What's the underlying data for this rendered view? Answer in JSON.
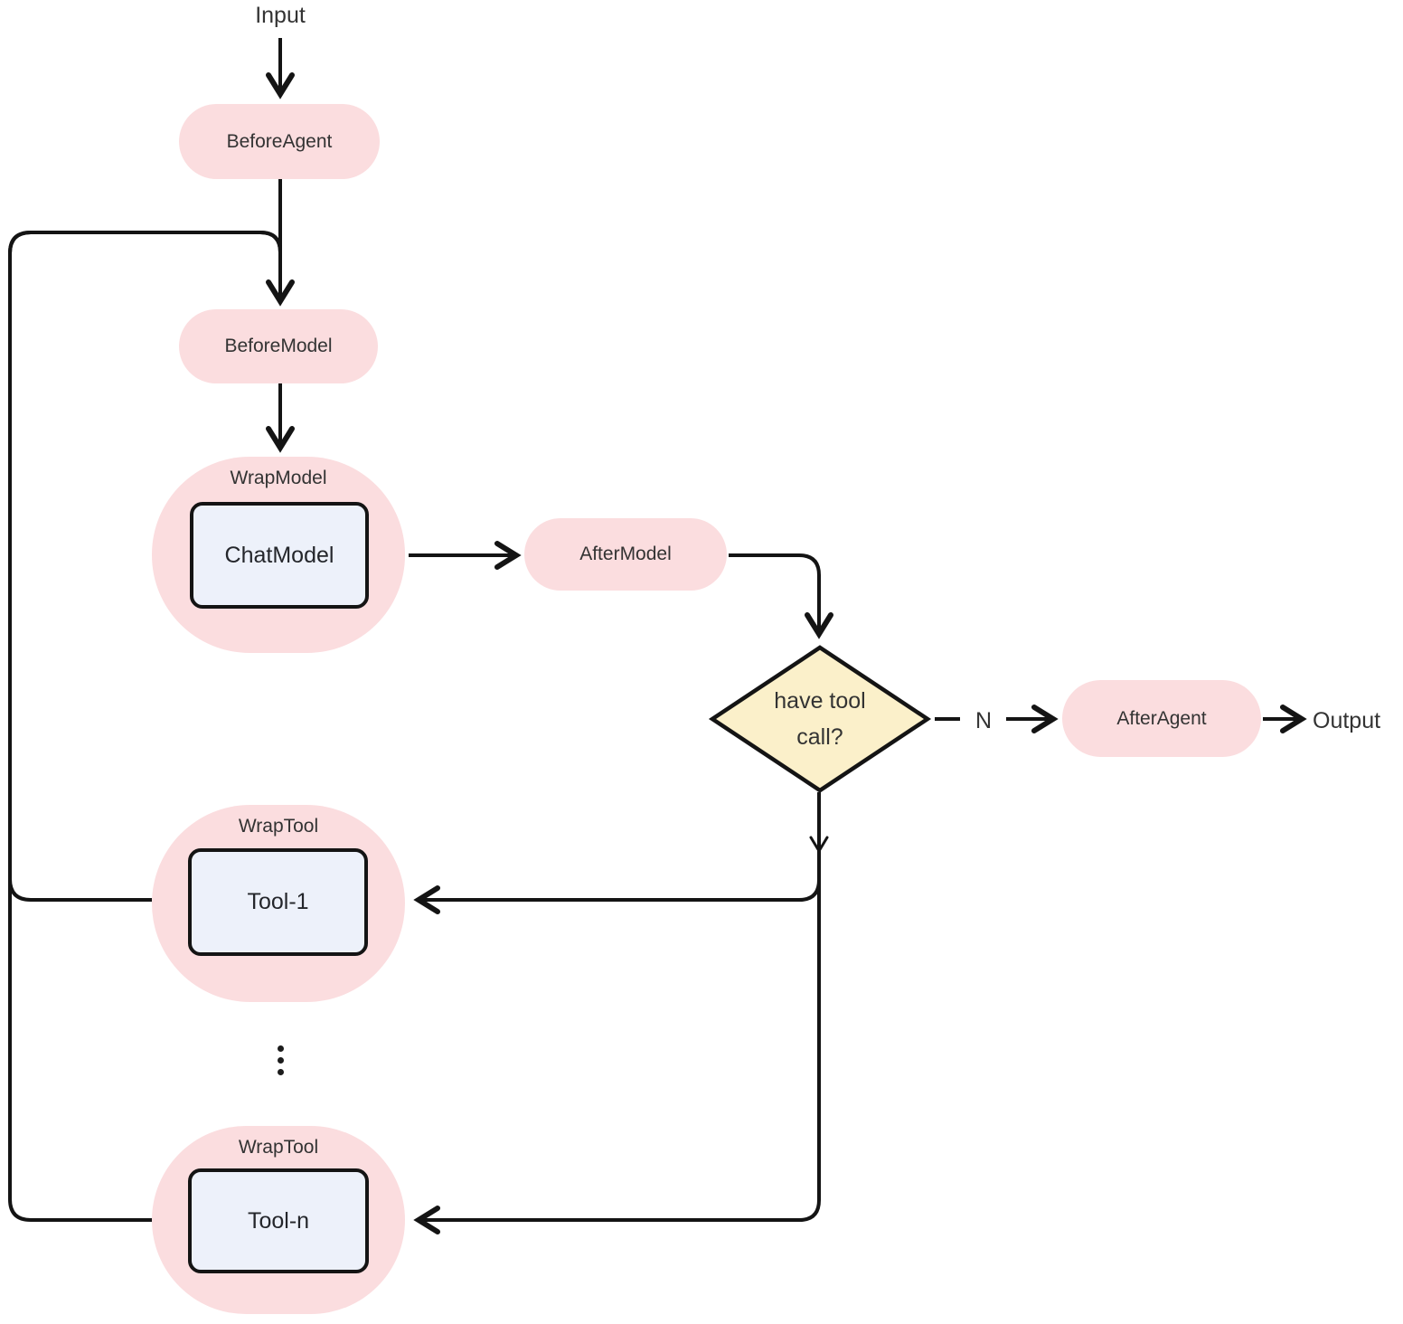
{
  "diagram": {
    "terminals": {
      "input": "Input",
      "output": "Output"
    },
    "nodes": {
      "before_agent": "BeforeAgent",
      "before_model": "BeforeModel",
      "wrap_model": {
        "label": "WrapModel",
        "inner": "ChatModel"
      },
      "after_model": "AfterModel",
      "decision": {
        "label": "have tool call?"
      },
      "after_agent": "AfterAgent",
      "wrap_tool_1": {
        "label": "WrapTool",
        "inner": "Tool-1"
      },
      "wrap_tool_n": {
        "label": "WrapTool",
        "inner": "Tool-n"
      }
    },
    "edges": {
      "no_branch_label": "N"
    },
    "icons": {
      "more_tools": "vertical-ellipsis-icon"
    },
    "colors": {
      "canvas_bg": "#ffffff",
      "pill_fill": "#fbdddf",
      "inner_box_fill": "#edf1fa",
      "decision_fill": "#fbf0ca",
      "line_color": "#141414",
      "text_color": "#333333"
    }
  }
}
